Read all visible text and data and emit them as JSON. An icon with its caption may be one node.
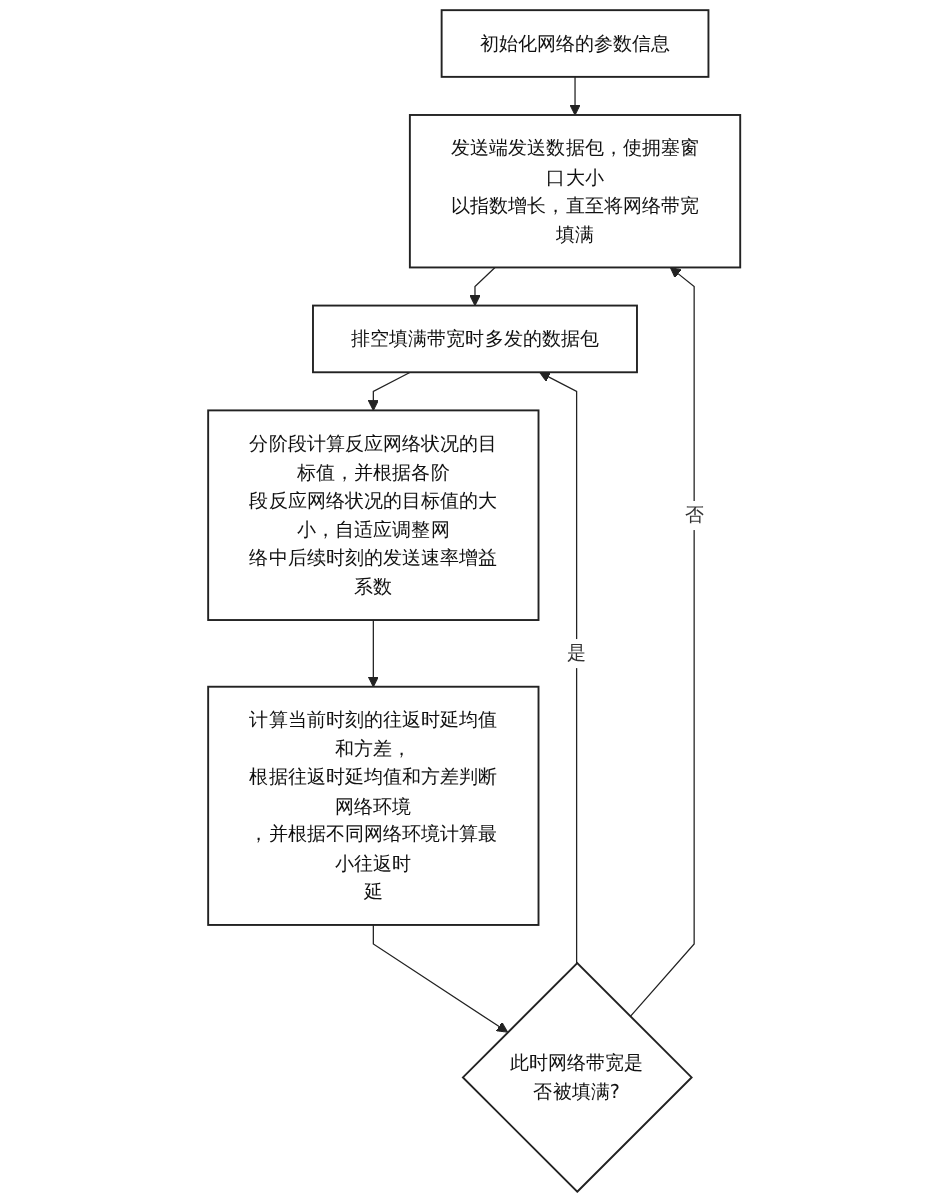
{
  "diagram": {
    "nodes": [
      {
        "text": [
          "初始化网络的参数信息"
        ]
      },
      {
        "text": [
          "发送端发送数据包，使拥塞窗口大小以指数增长，直至将网络带宽填满"
        ]
      },
      {
        "text": [
          "排空填满带宽时多发的数据包"
        ]
      },
      {
        "text": [
          "分阶段计算反应网络状况的目标值，并根据各阶段反应网络状况的目标值的大小，自适应调整网络中后续时刻的发送速率增益系数"
        ]
      },
      {
        "text": [
          "计算当前时刻的往返时延均值和方差，根据往返时延均值和方差判断网络环境，并根据不同网络环境计算最小往返时延"
        ]
      },
      {
        "text": [
          "此时网络带宽是否被填满?"
        ]
      }
    ],
    "edges": [
      {
        "from": 0,
        "to": 1,
        "arrow": "to"
      },
      {
        "from": 1,
        "to": 2,
        "arrow": "to"
      },
      {
        "from": 2,
        "to": 3,
        "arrow": "to"
      },
      {
        "from": 3,
        "to": 4,
        "arrow": "to"
      },
      {
        "from": 4,
        "to": 5,
        "arrow": "to"
      },
      {
        "from": 5,
        "to": 1,
        "arrow": "to",
        "label": "否"
      },
      {
        "from": 5,
        "to": 2,
        "arrow": "to",
        "label": "是"
      }
    ]
  }
}
